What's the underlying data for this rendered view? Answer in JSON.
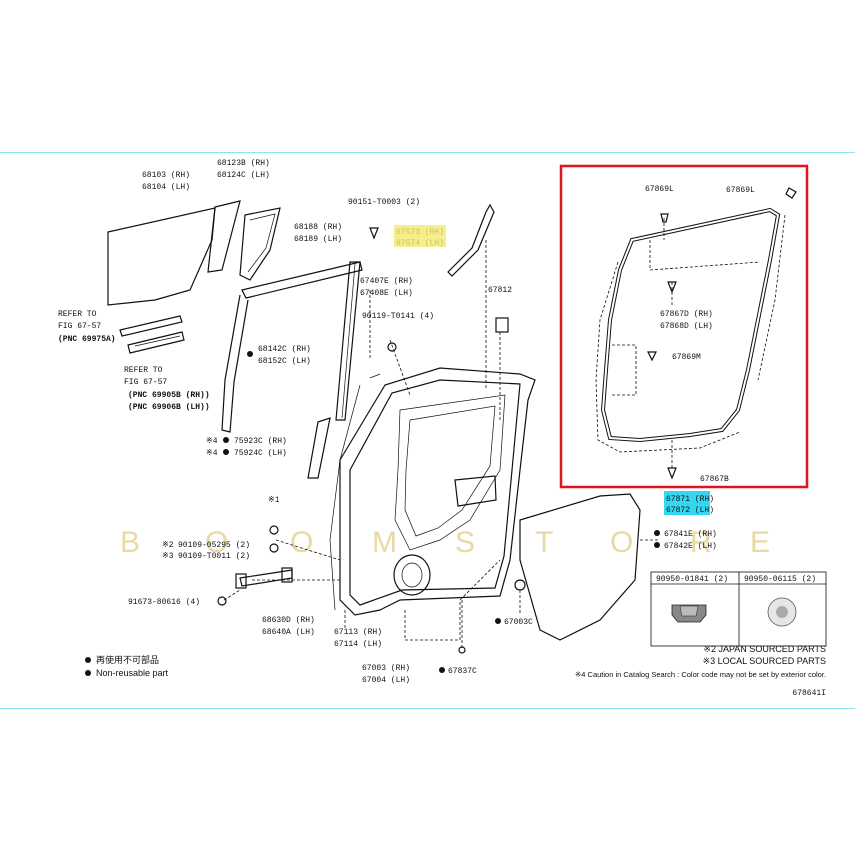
{
  "labels": {
    "glass": [
      "68103 (RH)",
      "68104 (LH)"
    ],
    "quarter_glass": [
      "68123B (RH)",
      "68124C (LH)"
    ],
    "run_channel": [
      "68188 (RH)",
      "68189 (LH)"
    ],
    "screw_top": "90151-T0003 (2)",
    "highlight_yellow": [
      "67573 (RH)",
      "67574 (LH)"
    ],
    "frame_rear": [
      "67407E (RH)",
      "67408E (LH)"
    ],
    "pad": "67812",
    "bolt": "90119-T0141 (4)",
    "lower_frame": [
      "68142C (RH)",
      "68152C (LH)"
    ],
    "ref1": [
      "REFER TO",
      "FIG 67-57",
      "(PNC 69975A)"
    ],
    "ref2": [
      "REFER TO",
      "FIG 67-57",
      "(PNC 69905B (RH))",
      "(PNC 69906B (LH))"
    ],
    "molding": [
      "75923C (RH)",
      "75924C (LH)"
    ],
    "mark4": "※4",
    "mark1": "※1",
    "mark2": "※2",
    "mark3": "※3",
    "bushing": "90109-05295 (2)",
    "bushing2": "90109-T0011 (2)",
    "bolt2": "91673-80616 (4)",
    "check": [
      "68630D (RH)",
      "68640A (LH)"
    ],
    "panel_a": [
      "67113 (RH)",
      "67114 (LH)"
    ],
    "panel_b": [
      "67003 (RH)",
      "67004 (LH)"
    ],
    "cap_c": "67003C",
    "plug": "67837C",
    "clip_l": "67869L",
    "clip_l2": "67869L",
    "clip_d": [
      "67867D (RH)",
      "67868D (LH)"
    ],
    "clip_m": "67869M",
    "clip_b": "67867B",
    "weatherstrip_cyan": [
      "67871 (RH)",
      "67872 (LH)"
    ],
    "service_hole": [
      "67841E (RH)",
      "67842E (LH)"
    ],
    "hole_a": "90950-01841 (2)",
    "hole_b": "90950-06115 (2)",
    "legend_1": "再使用不可部品",
    "legend_2": "Non-reusable part",
    "jp_parts": "※2 JAPAN SOURCED PARTS",
    "local_parts": "※3 LOCAL SOURCED PARTS",
    "caution": "※4 Caution in Catalog Search : Color code may not be set by exterior color.",
    "diagram_id": "678641I",
    "watermark": "BOOMSTORE"
  },
  "colors": {
    "highlight_box": "#e0141e",
    "highlight_cyan": "#35d6f0",
    "highlight_yellow": "#f6ee8a",
    "frame_line": "#8fe3ec",
    "watermark": "#e9d9a3"
  }
}
